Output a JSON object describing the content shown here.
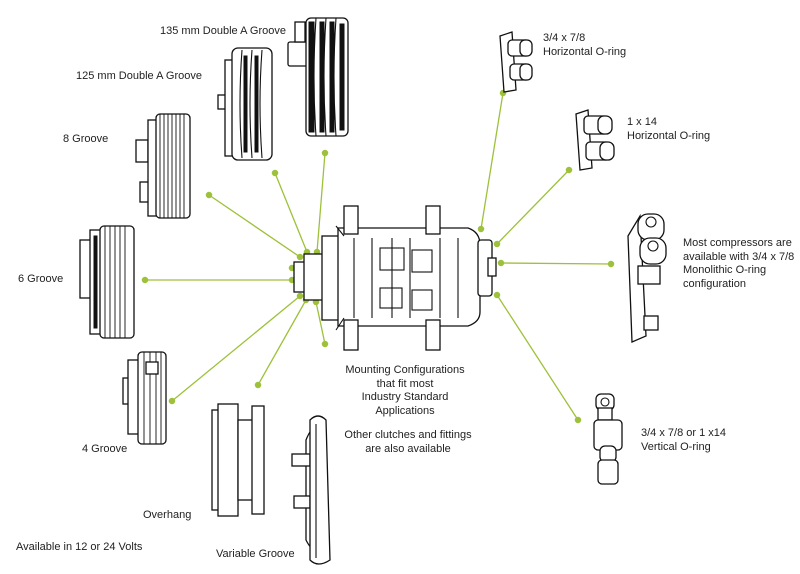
{
  "colors": {
    "connector": "#9dc13a",
    "line": "#111111",
    "background": "#ffffff"
  },
  "labels": {
    "groove135": "135 mm Double A Groove",
    "groove125": "125 mm Double A Groove",
    "groove8": "8 Groove",
    "groove6": "6 Groove",
    "groove4": "4 Groove",
    "overhang": "Overhang",
    "variable": "Variable Groove",
    "volts": "Available in 12 or 24 Volts",
    "horiz34_l1": "3/4 x 7/8",
    "horiz34_l2": "Horizontal O-ring",
    "horiz1x14_l1": "1 x 14",
    "horiz1x14_l2": "Horizontal O-ring",
    "mono_l1": "Most compressors are",
    "mono_l2": "available with 3/4 x 7/8",
    "mono_l3": "Monolithic O-ring",
    "mono_l4": "configuration",
    "vert_l1": "3/4 x 7/8 or 1 x14",
    "vert_l2": "Vertical O-ring",
    "mount_l1": "Mounting Configurations",
    "mount_l2": "that fit most",
    "mount_l3": "Industry Standard",
    "mount_l4": "Applications",
    "other_l1": "Other clutches and fittings",
    "other_l2": "are also available"
  }
}
